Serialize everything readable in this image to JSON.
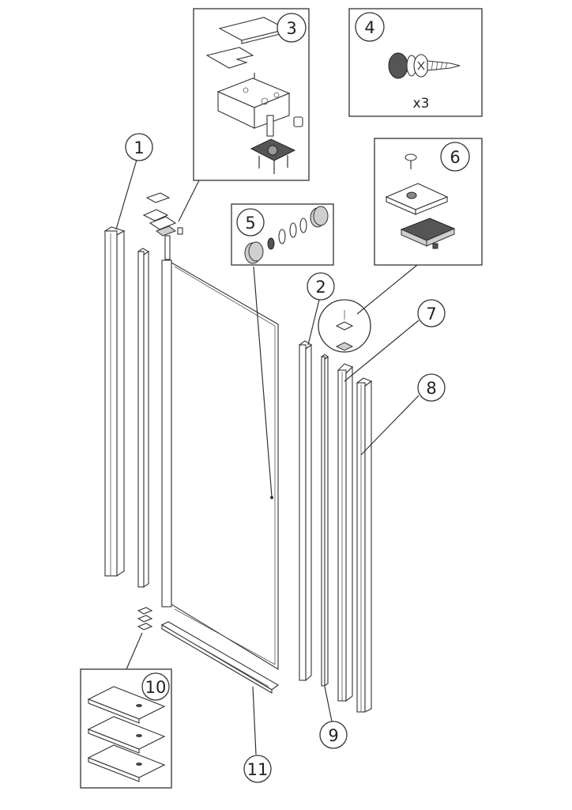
{
  "callouts": [
    {
      "id": "callout-1",
      "number": "1"
    },
    {
      "id": "callout-2",
      "number": "2"
    },
    {
      "id": "callout-3",
      "number": "3"
    },
    {
      "id": "callout-4",
      "number": "4"
    },
    {
      "id": "callout-5",
      "number": "5"
    },
    {
      "id": "callout-6",
      "number": "6"
    },
    {
      "id": "callout-7",
      "number": "7"
    },
    {
      "id": "callout-8",
      "number": "8"
    },
    {
      "id": "callout-9",
      "number": "9"
    },
    {
      "id": "callout-10",
      "number": "10"
    },
    {
      "id": "callout-11",
      "number": "11"
    }
  ],
  "screw_quantity": "x3"
}
